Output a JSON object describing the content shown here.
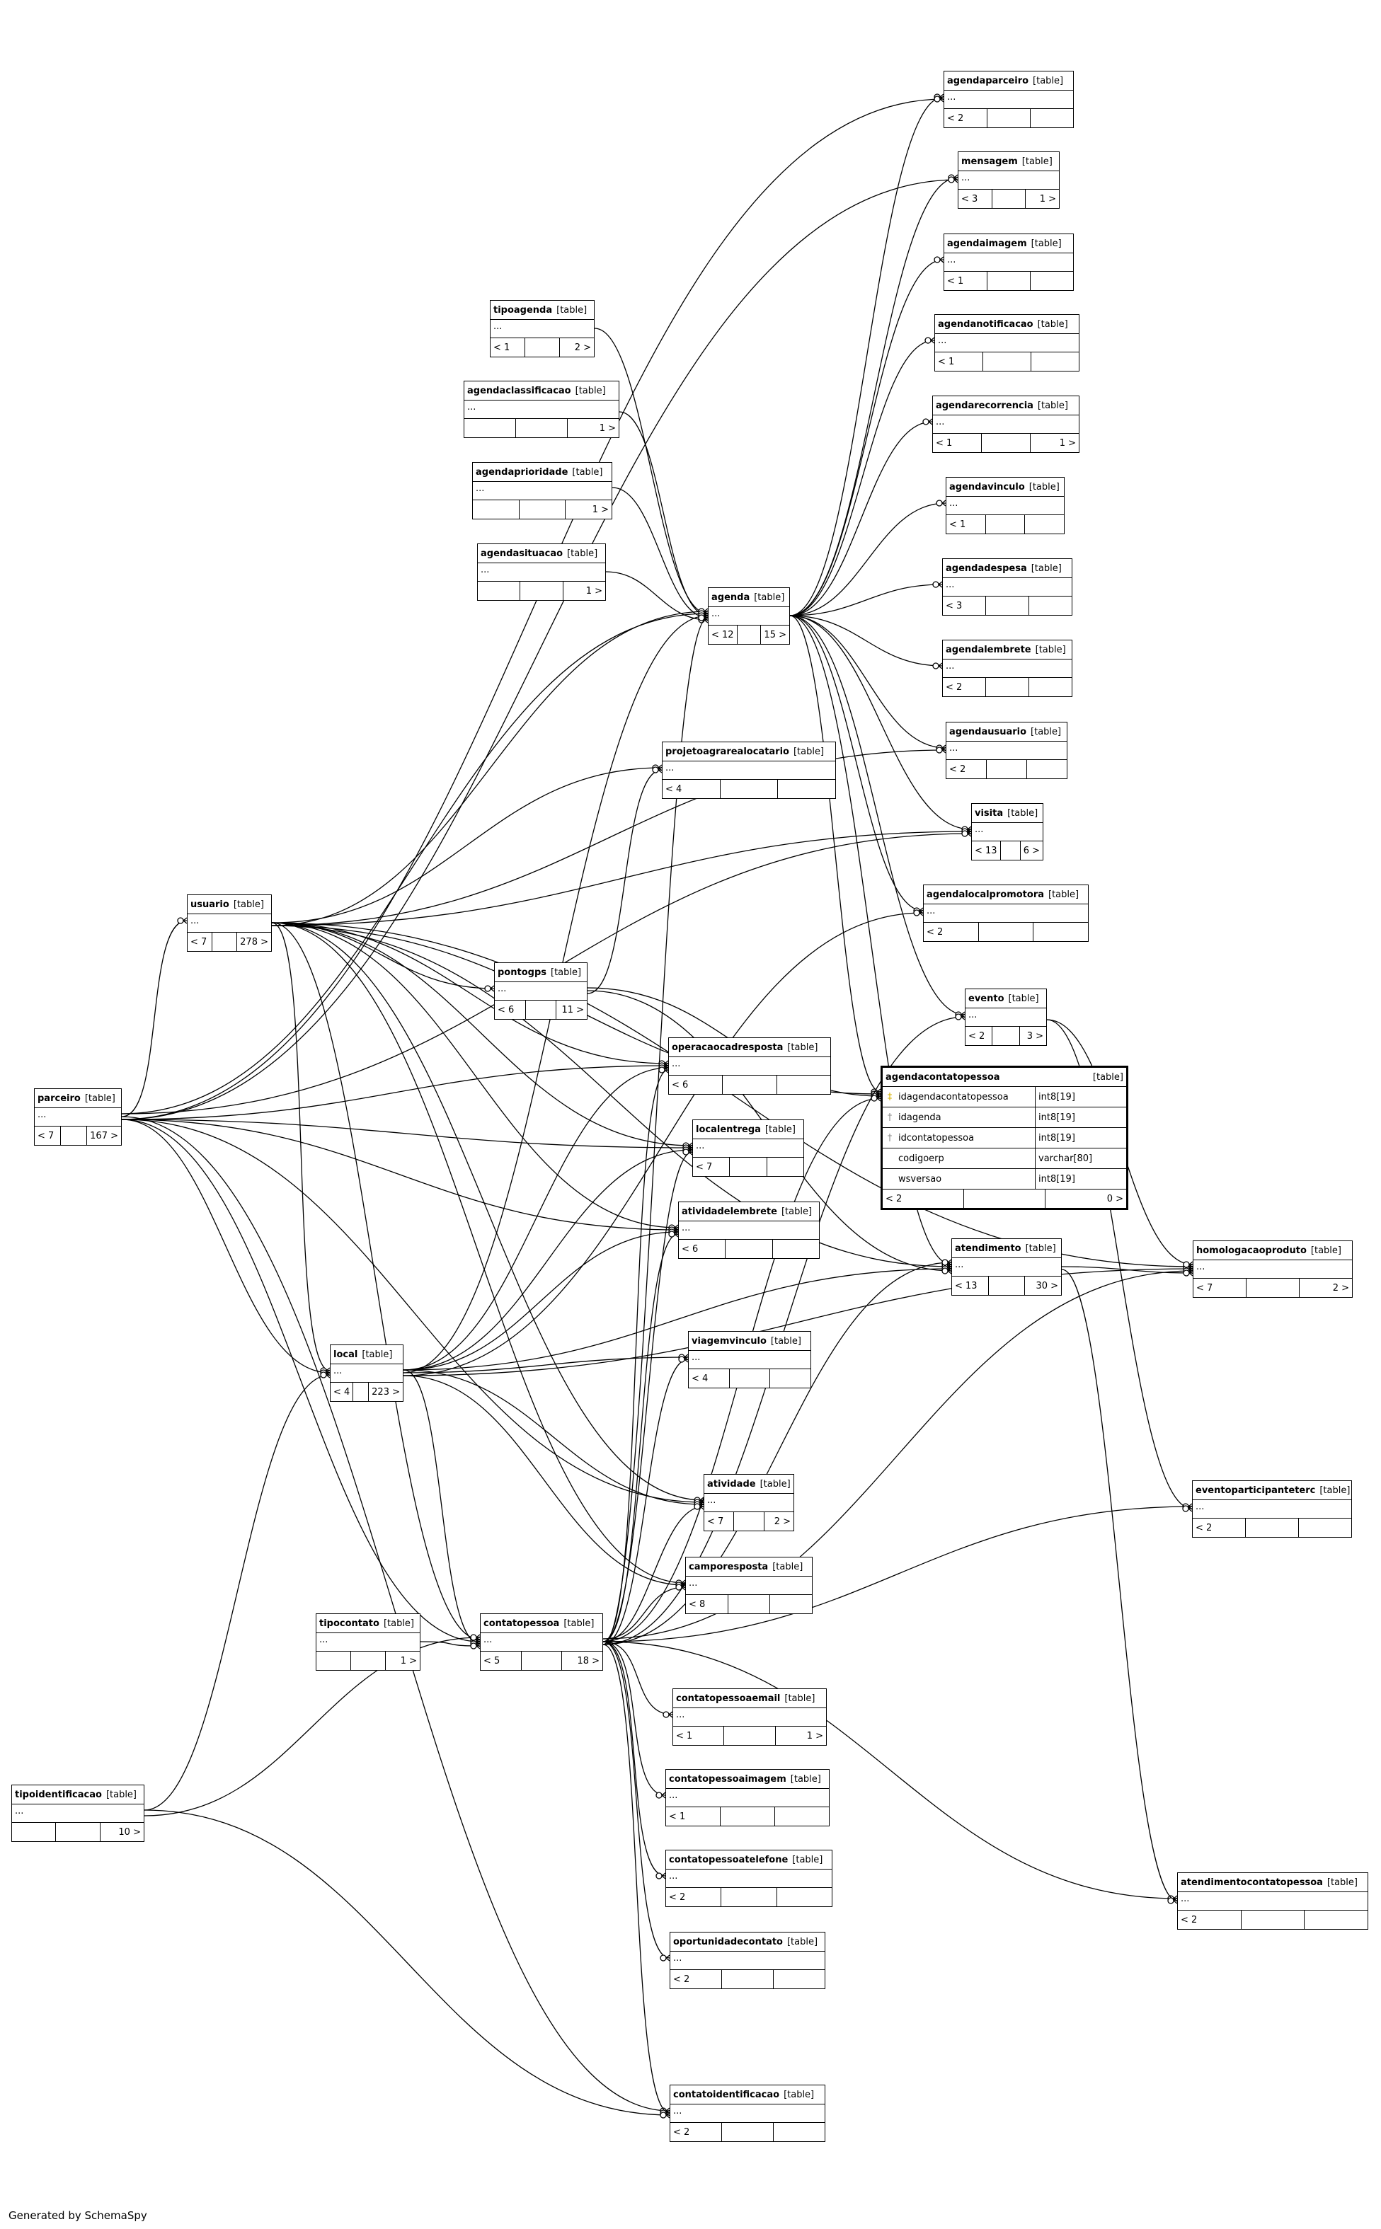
{
  "labels": {
    "type_tag": "[table]",
    "ellipsis": "...",
    "generated_by": "Generated by SchemaSpy"
  },
  "tables": {
    "agendaparceiro": {
      "name": "agendaparceiro",
      "left": "< 2",
      "right": ""
    },
    "mensagem": {
      "name": "mensagem",
      "left": "< 3",
      "right": "1 >"
    },
    "agendaimagem": {
      "name": "agendaimagem",
      "left": "< 1",
      "right": ""
    },
    "agendanotificacao": {
      "name": "agendanotificacao",
      "left": "< 1",
      "right": ""
    },
    "agendarecorrencia": {
      "name": "agendarecorrencia",
      "left": "< 1",
      "right": "1 >"
    },
    "agendavinculo": {
      "name": "agendavinculo",
      "left": "< 1",
      "right": ""
    },
    "agendadespesa": {
      "name": "agendadespesa",
      "left": "< 3",
      "right": ""
    },
    "agendalembrete": {
      "name": "agendalembrete",
      "left": "< 2",
      "right": ""
    },
    "agendausuario": {
      "name": "agendausuario",
      "left": "< 2",
      "right": ""
    },
    "visita": {
      "name": "visita",
      "left": "< 13",
      "right": "6 >"
    },
    "agendalocalpromotora": {
      "name": "agendalocalpromotora",
      "left": "< 2",
      "right": ""
    },
    "evento": {
      "name": "evento",
      "left": "< 2",
      "right": "3 >"
    },
    "tipoagenda": {
      "name": "tipoagenda",
      "left": "< 1",
      "right": "2 >"
    },
    "agendaclassificacao": {
      "name": "agendaclassificacao",
      "left": "",
      "right": "1 >"
    },
    "agendaprioridade": {
      "name": "agendaprioridade",
      "left": "",
      "right": "1 >"
    },
    "agendasituacao": {
      "name": "agendasituacao",
      "left": "",
      "right": "1 >"
    },
    "agenda": {
      "name": "agenda",
      "left": "< 12",
      "right": "15 >"
    },
    "projetoagrarealocatario": {
      "name": "projetoagrarealocatario",
      "left": "< 4",
      "right": ""
    },
    "usuario": {
      "name": "usuario",
      "left": "< 7",
      "right": "278 >"
    },
    "pontogps": {
      "name": "pontogps",
      "left": "< 6",
      "right": "11 >"
    },
    "operacaocadresposta": {
      "name": "operacaocadresposta",
      "left": "< 6",
      "right": ""
    },
    "parceiro": {
      "name": "parceiro",
      "left": "< 7",
      "right": "167 >"
    },
    "localentrega": {
      "name": "localentrega",
      "left": "< 7",
      "right": ""
    },
    "atividadelembrete": {
      "name": "atividadelembrete",
      "left": "< 6",
      "right": ""
    },
    "atendimento": {
      "name": "atendimento",
      "left": "< 13",
      "right": "30 >"
    },
    "homologacaoproduto": {
      "name": "homologacaoproduto",
      "left": "< 7",
      "right": "2 >"
    },
    "local": {
      "name": "local",
      "left": "< 4",
      "right": "223 >"
    },
    "viagemvinculo": {
      "name": "viagemvinculo",
      "left": "< 4",
      "right": ""
    },
    "atividade": {
      "name": "atividade",
      "left": "< 7",
      "right": "2 >"
    },
    "eventoparticipanteterc": {
      "name": "eventoparticipanteterc",
      "left": "< 2",
      "right": ""
    },
    "camporesposta": {
      "name": "camporesposta",
      "left": "< 8",
      "right": ""
    },
    "tipocontato": {
      "name": "tipocontato",
      "left": "",
      "right": "1 >"
    },
    "contatopessoa": {
      "name": "contatopessoa",
      "left": "< 5",
      "right": "18 >"
    },
    "contatopessoaemail": {
      "name": "contatopessoaemail",
      "left": "< 1",
      "right": "1 >"
    },
    "contatopessoaimagem": {
      "name": "contatopessoaimagem",
      "left": "< 1",
      "right": ""
    },
    "contatopessoatelefone": {
      "name": "contatopessoatelefone",
      "left": "< 2",
      "right": ""
    },
    "oportunidadecontato": {
      "name": "oportunidadecontato",
      "left": "< 2",
      "right": ""
    },
    "tipoidentificacao": {
      "name": "tipoidentificacao",
      "left": "",
      "right": "10 >"
    },
    "atendimentocontatopessoa": {
      "name": "atendimentocontatopessoa",
      "left": "< 2",
      "right": ""
    },
    "contatoidentificacao": {
      "name": "contatoidentificacao",
      "left": "< 2",
      "right": ""
    }
  },
  "focus_table": {
    "name": "agendacontatopessoa",
    "columns": [
      {
        "name": "idagendacontatopessoa",
        "type": "int8[19]",
        "key": "primary"
      },
      {
        "name": "idagenda",
        "type": "int8[19]",
        "key": "foreign"
      },
      {
        "name": "idcontatopessoa",
        "type": "int8[19]",
        "key": "foreign"
      },
      {
        "name": "codigoerp",
        "type": "varchar[80]",
        "key": ""
      },
      {
        "name": "wsversao",
        "type": "int8[19]",
        "key": ""
      }
    ],
    "left": "< 2",
    "right": "0 >"
  },
  "relationships": [
    [
      "agenda",
      "agendaparceiro"
    ],
    [
      "agenda",
      "mensagem"
    ],
    [
      "agenda",
      "agendaimagem"
    ],
    [
      "agenda",
      "agendanotificacao"
    ],
    [
      "agenda",
      "agendarecorrencia"
    ],
    [
      "agenda",
      "agendavinculo"
    ],
    [
      "agenda",
      "agendadespesa"
    ],
    [
      "agenda",
      "agendalembrete"
    ],
    [
      "agenda",
      "agendausuario"
    ],
    [
      "agenda",
      "visita"
    ],
    [
      "agenda",
      "agendalocalpromotora"
    ],
    [
      "agenda",
      "evento"
    ],
    [
      "agenda",
      "agendacontatopessoa"
    ],
    [
      "agenda",
      "atendimento"
    ],
    [
      "tipoagenda",
      "agenda"
    ],
    [
      "agendaclassificacao",
      "agenda"
    ],
    [
      "agendaprioridade",
      "agenda"
    ],
    [
      "agendasituacao",
      "agenda"
    ],
    [
      "usuario",
      "agenda"
    ],
    [
      "usuario",
      "projetoagrarealocatario"
    ],
    [
      "usuario",
      "pontogps"
    ],
    [
      "usuario",
      "visita"
    ],
    [
      "usuario",
      "operacaocadresposta"
    ],
    [
      "usuario",
      "localentrega"
    ],
    [
      "usuario",
      "atividadelembrete"
    ],
    [
      "usuario",
      "atendimento"
    ],
    [
      "usuario",
      "homologacaoproduto"
    ],
    [
      "usuario",
      "atividade"
    ],
    [
      "usuario",
      "contatopessoa"
    ],
    [
      "usuario",
      "local"
    ],
    [
      "usuario",
      "agendausuario"
    ],
    [
      "usuario",
      "agendacontatopessoa"
    ],
    [
      "usuario",
      "camporesposta"
    ],
    [
      "parceiro",
      "agendaparceiro"
    ],
    [
      "parceiro",
      "mensagem"
    ],
    [
      "parceiro",
      "usuario"
    ],
    [
      "parceiro",
      "agenda"
    ],
    [
      "parceiro",
      "localentrega"
    ],
    [
      "parceiro",
      "atividadelembrete"
    ],
    [
      "parceiro",
      "atividade"
    ],
    [
      "parceiro",
      "contatopessoa"
    ],
    [
      "parceiro",
      "local"
    ],
    [
      "parceiro",
      "operacaocadresposta"
    ],
    [
      "parceiro",
      "visita"
    ],
    [
      "parceiro",
      "contatoidentificacao"
    ],
    [
      "local",
      "agenda"
    ],
    [
      "local",
      "localentrega"
    ],
    [
      "local",
      "atividadelembrete"
    ],
    [
      "local",
      "viagemvinculo"
    ],
    [
      "local",
      "atividade"
    ],
    [
      "local",
      "camporesposta"
    ],
    [
      "local",
      "atendimento"
    ],
    [
      "local",
      "homologacaoproduto"
    ],
    [
      "local",
      "operacaocadresposta"
    ],
    [
      "local",
      "contatopessoa"
    ],
    [
      "local",
      "agendalocalpromotora"
    ],
    [
      "pontogps",
      "atendimento"
    ],
    [
      "pontogps",
      "agendacontatopessoa"
    ],
    [
      "pontogps",
      "projetoagrarealocatario"
    ],
    [
      "contatopessoa",
      "agenda"
    ],
    [
      "contatopessoa",
      "agendacontatopessoa"
    ],
    [
      "contatopessoa",
      "atendimento"
    ],
    [
      "contatopessoa",
      "contatopessoaemail"
    ],
    [
      "contatopessoa",
      "contatopessoaimagem"
    ],
    [
      "contatopessoa",
      "contatopessoatelefone"
    ],
    [
      "contatopessoa",
      "oportunidadecontato"
    ],
    [
      "contatopessoa",
      "contatoidentificacao"
    ],
    [
      "contatopessoa",
      "atendimentocontatopessoa"
    ],
    [
      "contatopessoa",
      "homologacaoproduto"
    ],
    [
      "contatopessoa",
      "localentrega"
    ],
    [
      "contatopessoa",
      "atividade"
    ],
    [
      "contatopessoa",
      "camporesposta"
    ],
    [
      "contatopessoa",
      "viagemvinculo"
    ],
    [
      "contatopessoa",
      "operacaocadresposta"
    ],
    [
      "contatopessoa",
      "atividadelembrete"
    ],
    [
      "contatopessoa",
      "evento"
    ],
    [
      "contatopessoa",
      "eventoparticipanteterc"
    ],
    [
      "tipocontato",
      "contatopessoa"
    ],
    [
      "tipoidentificacao",
      "contatopessoa"
    ],
    [
      "tipoidentificacao",
      "contatoidentificacao"
    ],
    [
      "tipoidentificacao",
      "local"
    ],
    [
      "atendimento",
      "homologacaoproduto"
    ],
    [
      "atendimento",
      "atendimentocontatopessoa"
    ],
    [
      "evento",
      "homologacaoproduto"
    ],
    [
      "evento",
      "eventoparticipanteterc"
    ]
  ]
}
